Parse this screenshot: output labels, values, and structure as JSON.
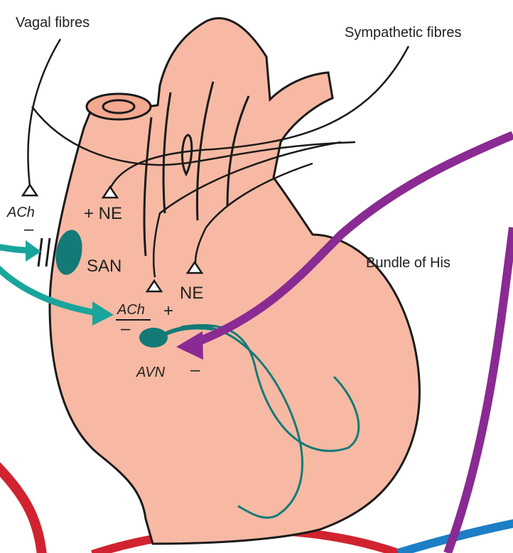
{
  "labels": {
    "vagal_fibres": "Vagal fibres",
    "sympathetic_fibres": "Sympathetic fibres",
    "bundle_of_his": "Bundle of His",
    "ach_left": "ACh",
    "minus_left": "–",
    "plus_ne_top": "+ NE",
    "san": "SAN",
    "ne_mid": "NE",
    "ach_avn": "ACh",
    "plus_avn": "+",
    "minus_avn": "–",
    "avn": "AVN",
    "minus_avn_right": "–"
  },
  "colors": {
    "heart_fill": "#f7b9a3",
    "outline": "#1a1a1a",
    "node_teal": "#137a78",
    "arrow_teal": "#1aa59c",
    "purple": "#8a2a93",
    "red": "#d1232f",
    "blue": "#1c7fc6"
  }
}
